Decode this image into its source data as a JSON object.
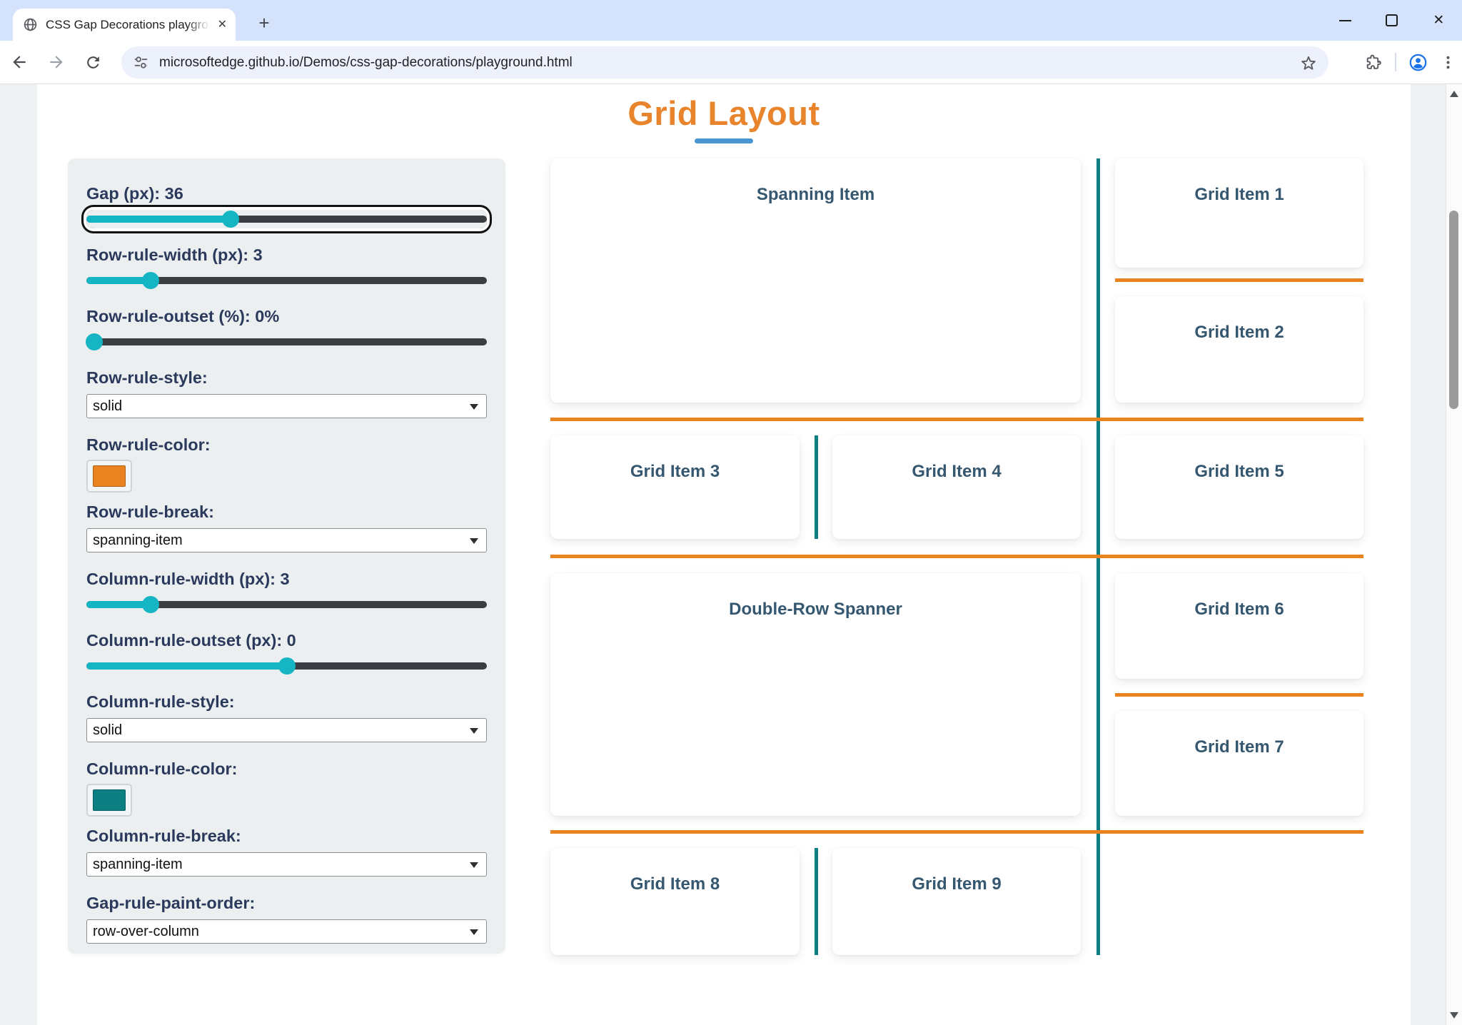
{
  "browser": {
    "tab": {
      "title": "CSS Gap Decorations playgroun"
    },
    "icons": {
      "new_tab": "+",
      "close_tab": "✕",
      "window_close": "✕"
    },
    "address_bar": {
      "url": "microsoftedge.github.io/Demos/css-gap-decorations/playground.html"
    }
  },
  "page": {
    "title": "Grid Layout",
    "colors": {
      "title_orange": "#e8842c",
      "underline_blue": "#4a96d2",
      "slider_teal": "#15b5c4",
      "row_rule_orange": "#e8831f",
      "column_rule_teal": "#0b7f81",
      "label_navy": "#2b3a5c",
      "panel_background": "#ebeff0"
    },
    "controls": [
      {
        "type": "slider",
        "label": "Gap (px): 36",
        "value_pct": 36,
        "focused": true
      },
      {
        "type": "slider",
        "label": "Row-rule-width (px): 3",
        "value_pct": 16
      },
      {
        "type": "slider",
        "label": "Row-rule-outset (%): 0%",
        "value_pct": 2
      },
      {
        "type": "select",
        "label": "Row-rule-style:",
        "value": "solid"
      },
      {
        "type": "color",
        "label": "Row-rule-color:",
        "value": "#e8831f"
      },
      {
        "type": "select",
        "label": "Row-rule-break:",
        "value": "spanning-item"
      },
      {
        "type": "slider",
        "label": "Column-rule-width (px): 3",
        "value_pct": 16
      },
      {
        "type": "slider",
        "label": "Column-rule-outset (px): 0",
        "value_pct": 50
      },
      {
        "type": "select",
        "label": "Column-rule-style:",
        "value": "solid"
      },
      {
        "type": "color",
        "label": "Column-rule-color:",
        "value": "#0b7f81"
      },
      {
        "type": "select",
        "label": "Column-rule-break:",
        "value": "spanning-item"
      },
      {
        "type": "select",
        "label": "Gap-rule-paint-order:",
        "value": "row-over-column"
      }
    ]
  },
  "grid": {
    "spanning_item": "Spanning Item",
    "double_row_spanner": "Double-Row Spanner",
    "items": [
      "Grid Item 1",
      "Grid Item 2",
      "Grid Item 3",
      "Grid Item 4",
      "Grid Item 5",
      "Grid Item 6",
      "Grid Item 7",
      "Grid Item 8",
      "Grid Item 9"
    ]
  }
}
